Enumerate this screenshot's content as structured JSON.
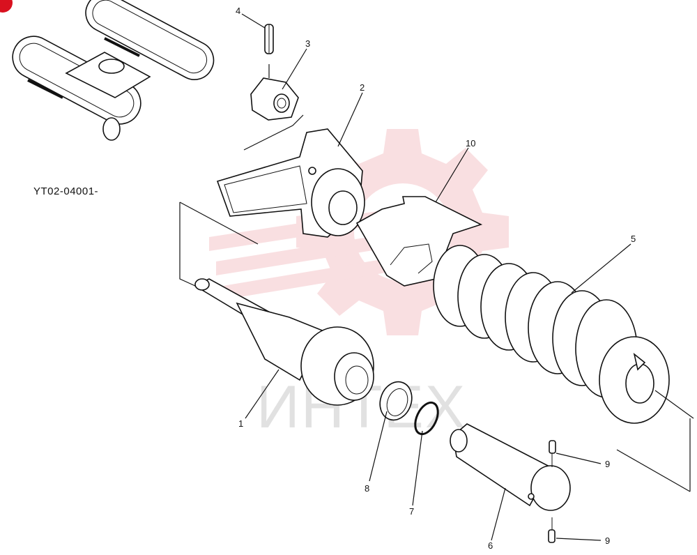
{
  "diagram": {
    "drawing_code": "YT02-04001-",
    "watermark": "ИНТЕХ",
    "callouts": [
      {
        "id": "c1",
        "label": "1"
      },
      {
        "id": "c2",
        "label": "2"
      },
      {
        "id": "c3",
        "label": "3"
      },
      {
        "id": "c4",
        "label": "4"
      },
      {
        "id": "c5",
        "label": "5"
      },
      {
        "id": "c6",
        "label": "6"
      },
      {
        "id": "c7",
        "label": "7"
      },
      {
        "id": "c8",
        "label": "8"
      },
      {
        "id": "c9a",
        "label": "9"
      },
      {
        "id": "c9b",
        "label": "9"
      },
      {
        "id": "c10",
        "label": "10"
      }
    ]
  },
  "colors": {
    "line": "#111111",
    "watermark_gear": "#f2b9bd",
    "watermark_text": "#c9c9c9",
    "corner_badge": "#d9111f"
  }
}
